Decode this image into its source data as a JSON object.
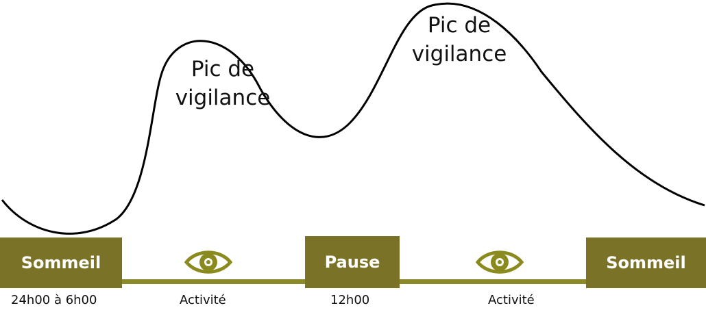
{
  "peaks": [
    {
      "line1": "Pic de",
      "line2": "vigilance"
    },
    {
      "line1": "Pic de",
      "line2": "vigilance"
    }
  ],
  "boxes": {
    "sleep_left": "Sommeil",
    "pause": "Pause",
    "sleep_right": "Sommeil"
  },
  "captions": {
    "sleep_time": "24h00 à 6h00",
    "activity_1": "Activité",
    "pause_time": "12h00",
    "activity_2": "Activité"
  },
  "icons": {
    "activity_icon": "eye-icon"
  },
  "colors": {
    "box": "#7a7327",
    "timeline": "#8a8a2a",
    "eye": "#8a8a1e",
    "curve": "#000000"
  }
}
